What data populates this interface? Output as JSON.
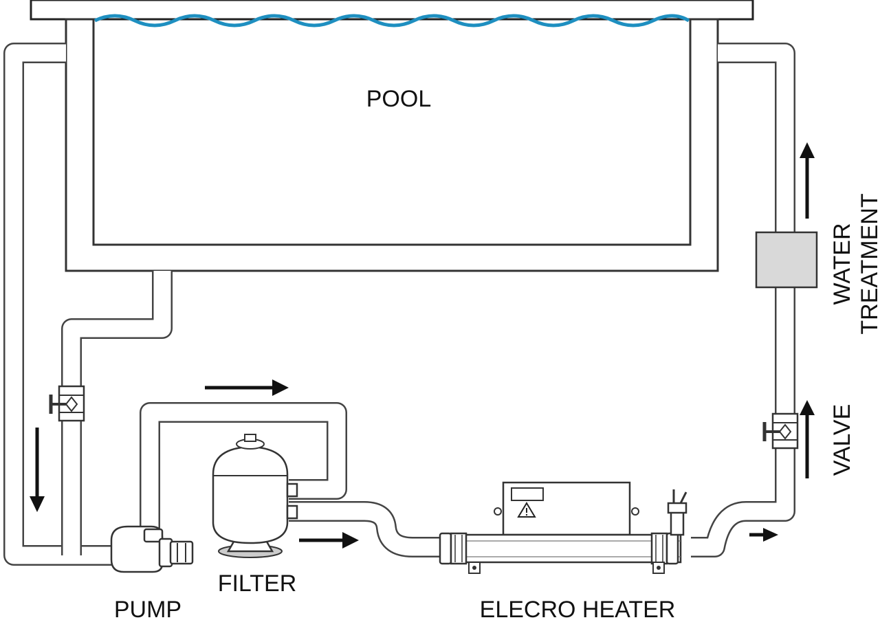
{
  "labels": {
    "pool": "POOL",
    "filter": "FILTER",
    "pump": "PUMP",
    "heater": "ELECRO HEATER",
    "valve": "VALVE",
    "water_treatment_line1": "WATER",
    "water_treatment_line2": "TREATMENT"
  },
  "colors": {
    "water": "#1e8fc0",
    "outline": "#333333",
    "treatment_box": "#d9d9d9"
  },
  "icons": [
    "warning-icon"
  ]
}
